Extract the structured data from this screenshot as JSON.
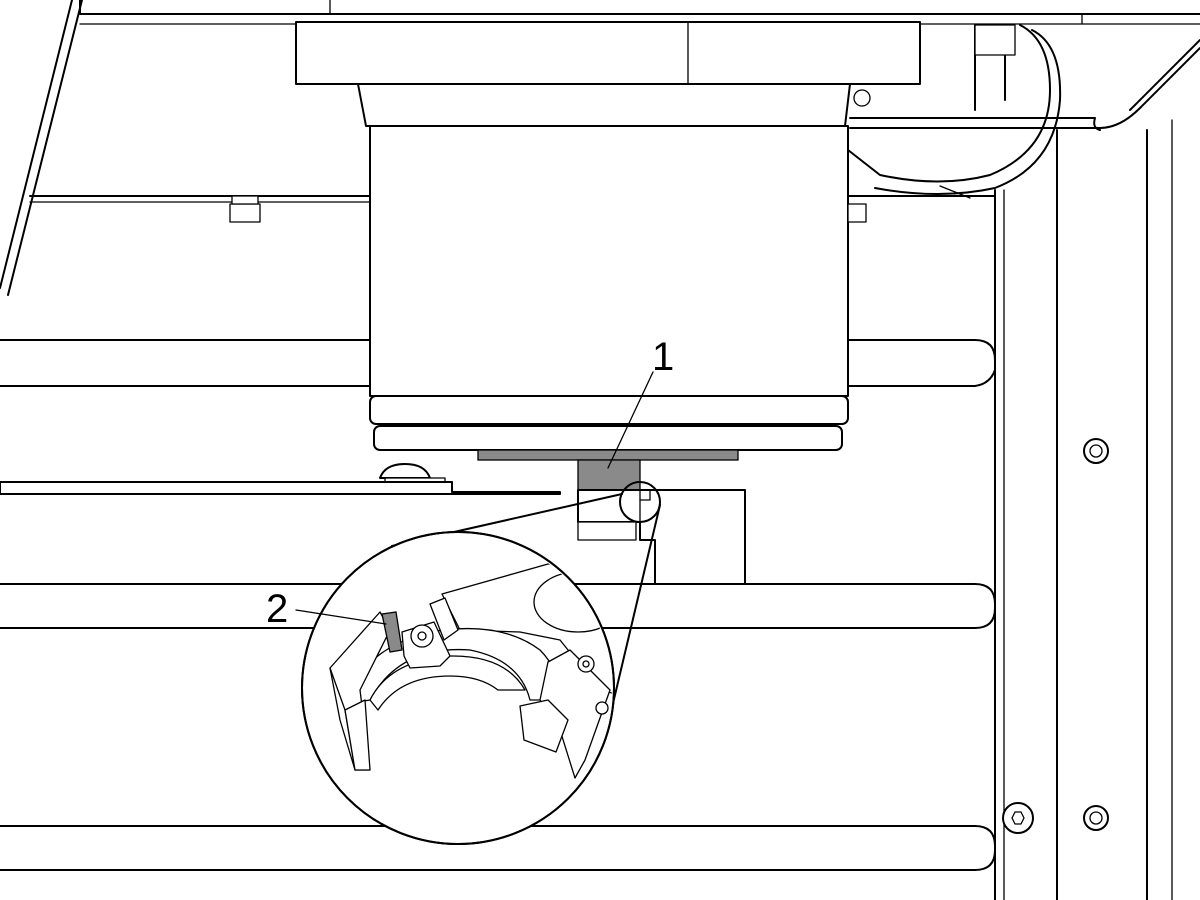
{
  "diagram": {
    "callouts": [
      {
        "id": "1",
        "label": "1"
      },
      {
        "id": "2",
        "label": "2"
      }
    ],
    "colors": {
      "line": "#000000",
      "background": "#ffffff",
      "highlight": "#8a8a8a"
    }
  }
}
